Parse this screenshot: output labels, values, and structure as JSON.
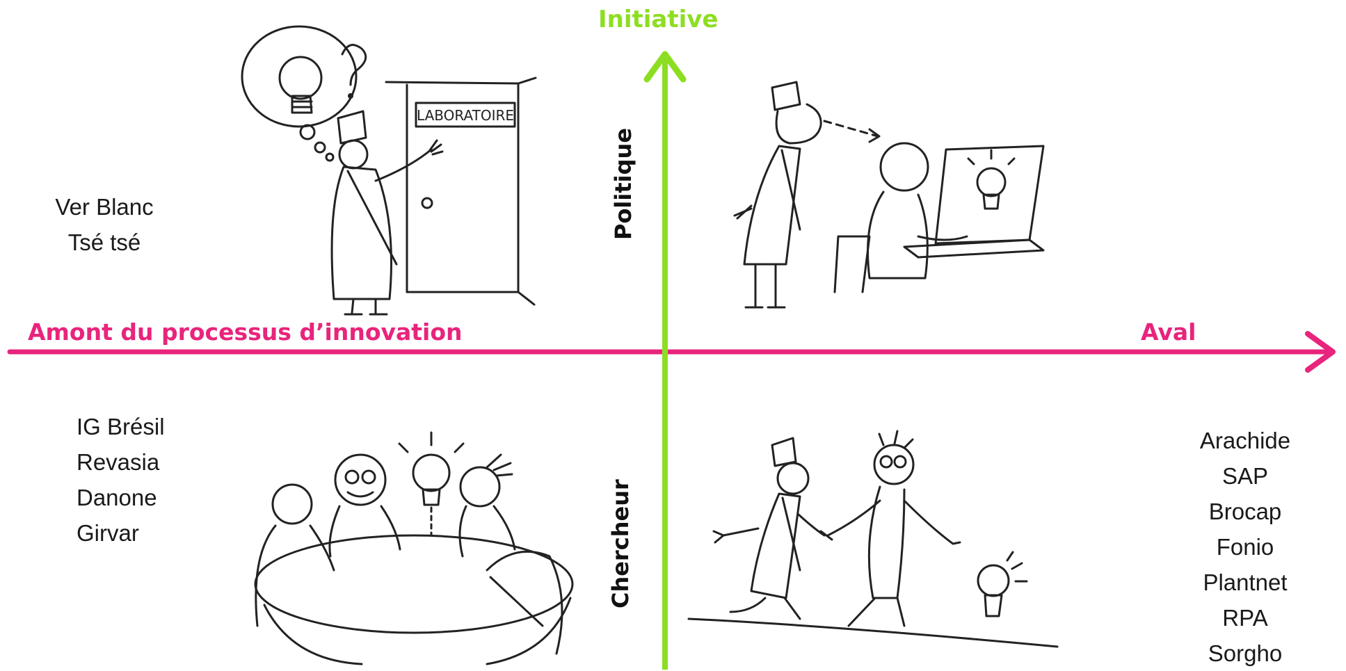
{
  "axes": {
    "horizontal": {
      "left_label": "Amont du processus d’innovation",
      "right_label": "Aval",
      "color": "#e8247c"
    },
    "vertical": {
      "top_label": "Initiative",
      "color": "#8dde22"
    }
  },
  "row_labels": {
    "upper": "Politique",
    "lower": "Chercheur"
  },
  "quadrants": {
    "upper_left": {
      "items": [
        "Ver Blanc",
        "Tsé tsé"
      ],
      "illustration": "politician-at-laboratory-door-sketch"
    },
    "upper_right": {
      "items": [],
      "illustration": "politician-watching-person-at-laptop-sketch"
    },
    "lower_left": {
      "items": [
        "IG Brésil",
        "Revasia",
        "Danone",
        "Girvar"
      ],
      "illustration": "group-at-round-table-with-lightbulb-sketch"
    },
    "lower_right": {
      "items": [
        "Arachide",
        "SAP",
        "Brocap",
        "Fonio",
        "Plantnet",
        "RPA",
        "Sorgho"
      ],
      "illustration": "politician-and-researcher-shaking-hands-sketch"
    }
  }
}
